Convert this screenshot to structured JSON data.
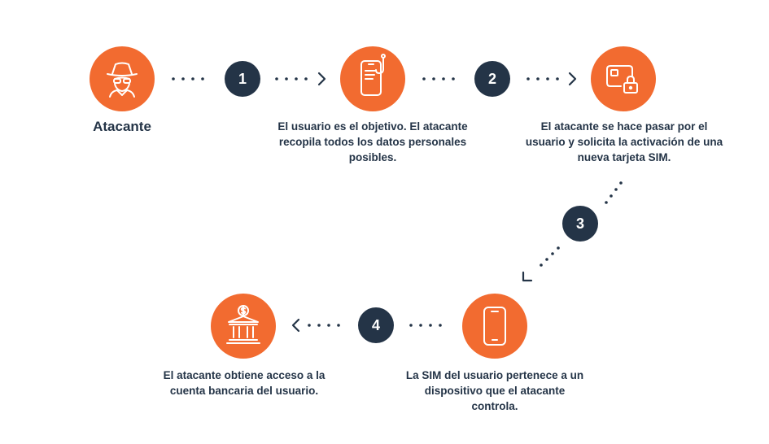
{
  "icons": {
    "attacker": "spy-icon",
    "phone_phishing": "phone-hook-icon",
    "sim_card": "sim-card-lock-icon",
    "device": "smartphone-icon",
    "bank": "bank-dollar-icon"
  },
  "colors": {
    "accent": "#f26b30",
    "dark": "#243447",
    "text": "#243447"
  },
  "nodes": {
    "attacker": {
      "label": "Atacante"
    },
    "target": {
      "label": "El usuario es el objetivo. El atacante recopila todos los datos personales posibles."
    },
    "sim_request": {
      "label": "El atacante se hace pasar por el usuario y solicita la activación de una nueva tarjeta SIM."
    },
    "device": {
      "label": "La SIM del usuario pertenece a un dispositivo que el atacante controla."
    },
    "bank": {
      "label": "El atacante obtiene acceso a la cuenta bancaria del usuario."
    }
  },
  "steps": [
    "1",
    "2",
    "3",
    "4"
  ]
}
